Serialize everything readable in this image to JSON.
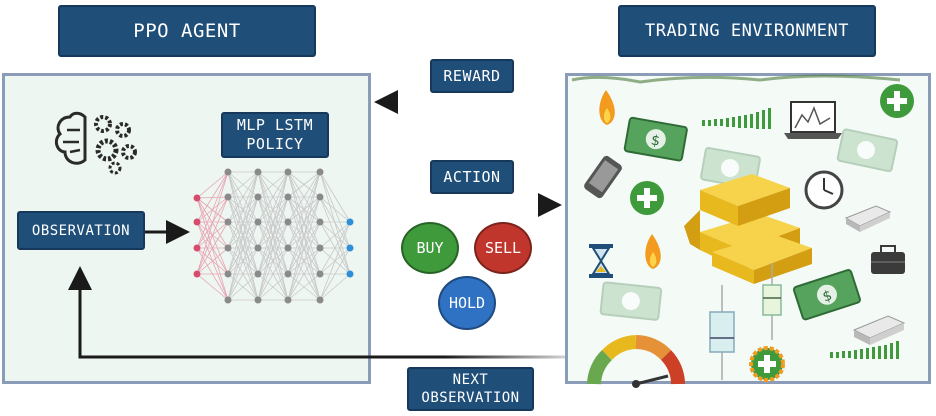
{
  "agent": {
    "title": "PPO AGENT",
    "policy": "MLP LSTM\nPOLICY",
    "observation": "OBSERVATION"
  },
  "environment": {
    "title": "TRADING ENVIRONMENT"
  },
  "flows": {
    "reward": "REWARD",
    "action": "ACTION",
    "next_observation": "NEXT\nOBSERVATION"
  },
  "actions": {
    "buy": "BUY",
    "sell": "SELL",
    "hold": "HOLD"
  },
  "colors": {
    "label_bg": "#1f4e79",
    "buy": "#3e9a3a",
    "sell": "#c0362c",
    "hold": "#2f72c4",
    "money": "#4a9a52",
    "gold": "#e8b81f"
  },
  "icons": [
    "brain-gears-icon",
    "fire-icon",
    "banknote-icon",
    "laptop-chart-icon",
    "plus-icon",
    "phone-icon",
    "hourglass-icon",
    "clock-icon",
    "gold-bars-icon",
    "silver-bar-icon",
    "briefcase-icon",
    "candlestick-icon",
    "gauge-icon",
    "signal-bars-icon"
  ]
}
